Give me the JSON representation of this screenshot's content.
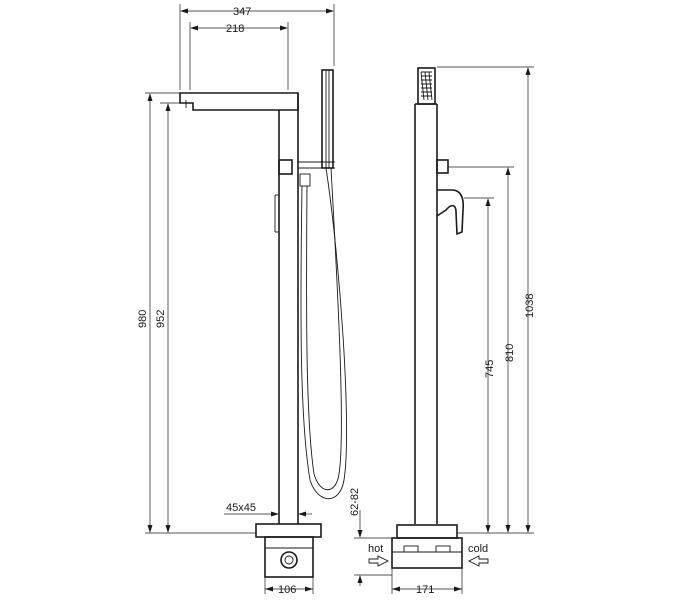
{
  "dimensions": {
    "overall_width": "347",
    "spout_reach": "218",
    "height_980": "980",
    "height_952": "952",
    "column_section": "45x45",
    "base_height_range": "62-82",
    "base_width_front": "106",
    "base_width_side": "171",
    "height_745": "745",
    "height_810": "810",
    "height_1038": "1038"
  },
  "labels": {
    "hot": "hot",
    "cold": "cold"
  }
}
